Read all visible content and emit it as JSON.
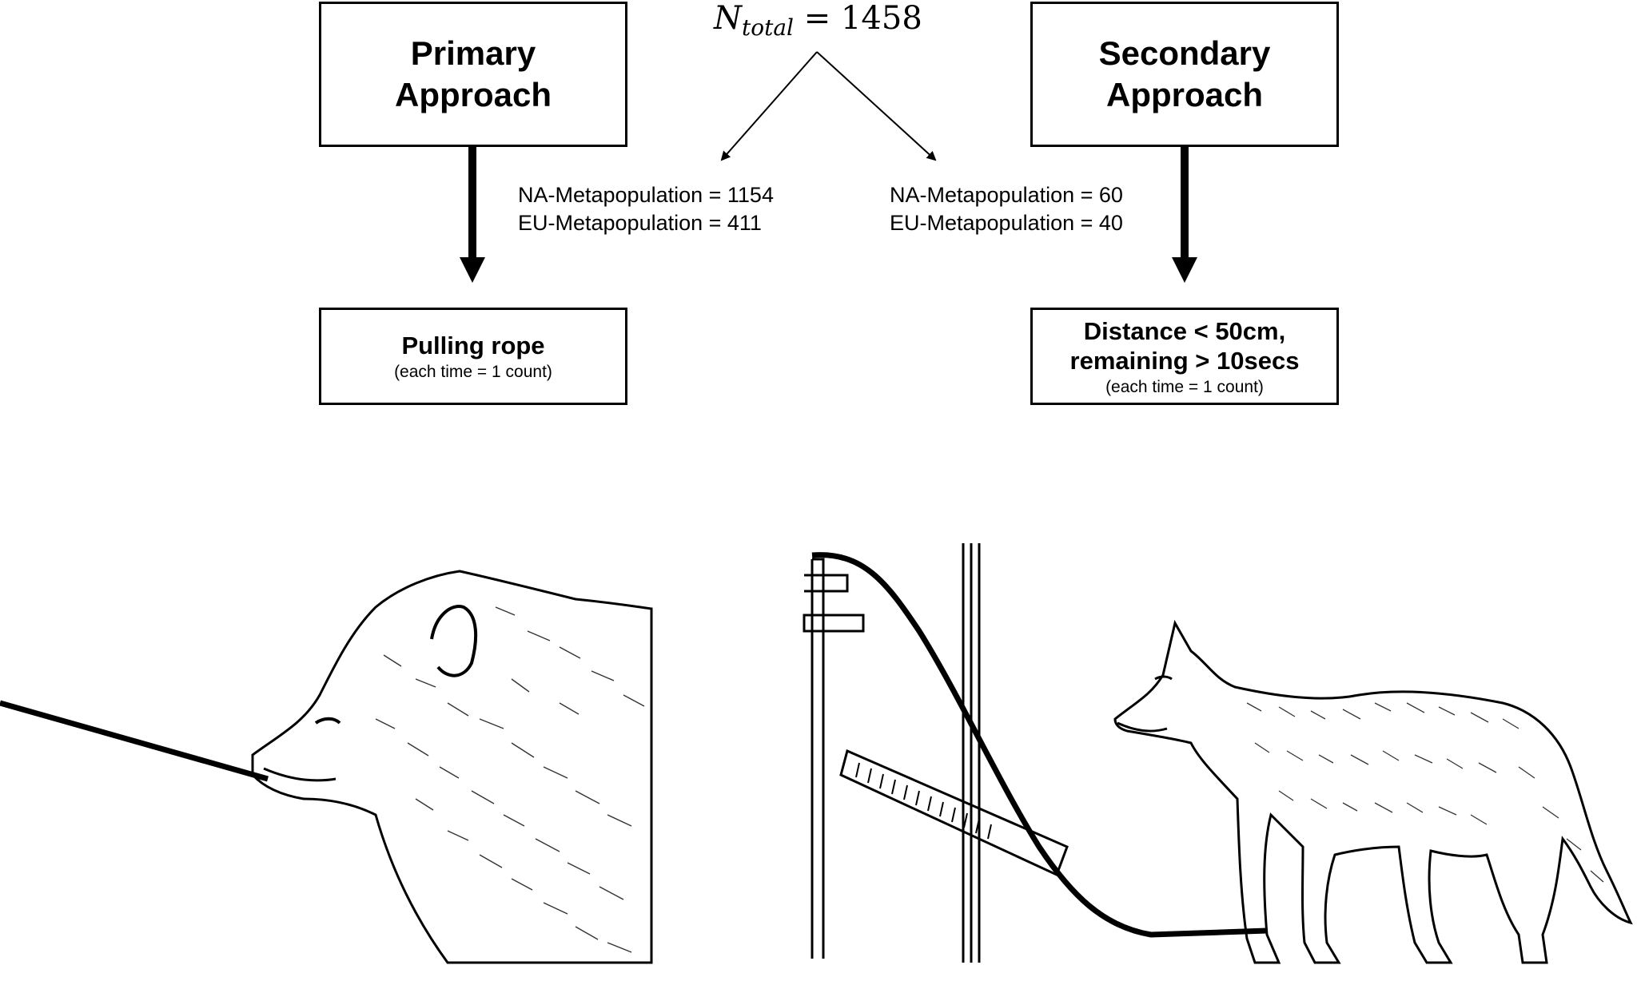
{
  "total": {
    "symbol": "N",
    "subscript": "total",
    "equals": "= 1458"
  },
  "primary": {
    "title_line1": "Primary",
    "title_line2": "Approach",
    "criterion_line1": "Pulling rope",
    "criterion_note": "(each time = 1 count)",
    "na_count": "NA-Metapopulation = 1154",
    "eu_count": "EU-Metapopulation = 411"
  },
  "secondary": {
    "title_line1": "Secondary",
    "title_line2": "Approach",
    "criterion_line1": "Distance < 50cm,",
    "criterion_line2": "remaining > 10secs",
    "criterion_note": "(each time = 1 count)",
    "na_count": "NA-Metapopulation = 60",
    "eu_count": "EU-Metapopulation = 40"
  },
  "illustrations": {
    "left": "wolf-pulling-rope-sketch",
    "right": "wolf-standing-near-apparatus-sketch"
  }
}
